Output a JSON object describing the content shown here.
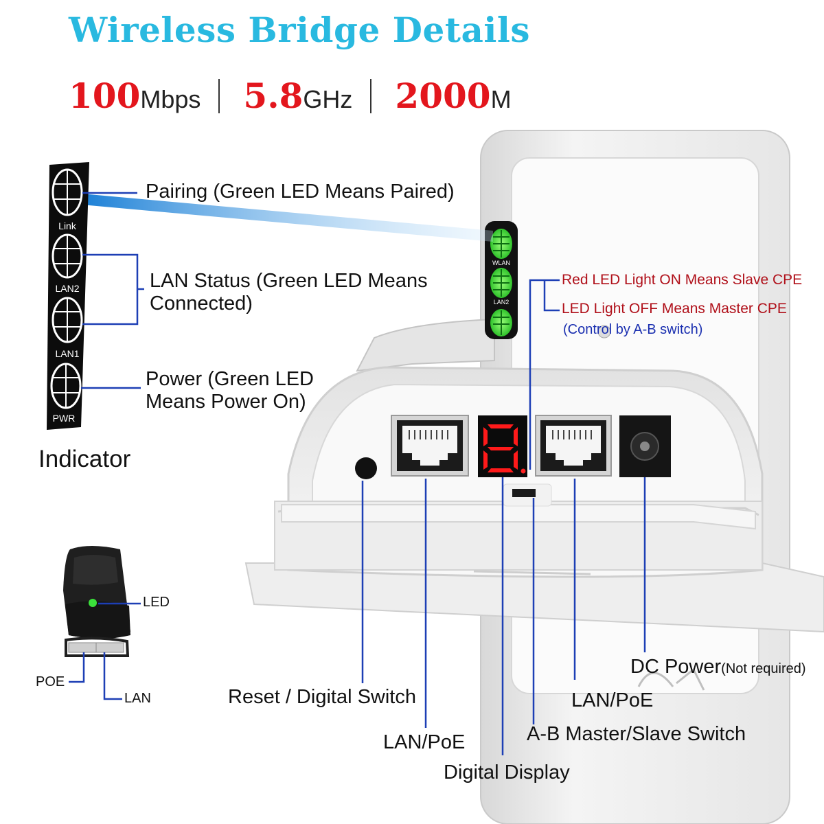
{
  "header": {
    "title": "Wireless Bridge Details",
    "specs": [
      {
        "value": "100",
        "unit": "Mbps"
      },
      {
        "value": "5.8",
        "unit": "GHz"
      },
      {
        "value": "2000",
        "unit": "M"
      }
    ]
  },
  "indicator": {
    "caption": "Indicator",
    "leds": [
      "Link",
      "LAN2",
      "LAN1",
      "PWR"
    ],
    "device_leds": [
      "WLAN",
      "LAN2"
    ],
    "pairing_label": "Pairing (Green LED Means Paired)",
    "lan_status_label_1": "LAN Status (Green LED Means",
    "lan_status_label_2": "Connected)",
    "power_label_1": "Power (Green LED",
    "power_label_2": "Means Power On)"
  },
  "cpe_notes": {
    "red_on": "Red LED Light ON Means Slave CPE",
    "led_off": "LED Light OFF Means Master CPE",
    "control": "(Control by A-B switch)"
  },
  "display": {
    "digit": "8"
  },
  "ports": {
    "reset": "Reset / Digital Switch",
    "lan_poe_left": "LAN/PoE",
    "digital_display": "Digital Display",
    "ab_switch": "A-B Master/Slave Switch",
    "lan_poe_right": "LAN/PoE",
    "dc_power": "DC Power",
    "dc_power_note": "(Not required)"
  },
  "poe_adapter": {
    "led": "LED",
    "poe": "POE",
    "lan": "LAN"
  },
  "colors": {
    "title": "#29b9e0",
    "spec_number": "#e3161d",
    "led_green": "#3be03b",
    "leader_line": "#1d3fb5",
    "note_red": "#b0101a",
    "note_blue": "#1a2fb0"
  }
}
